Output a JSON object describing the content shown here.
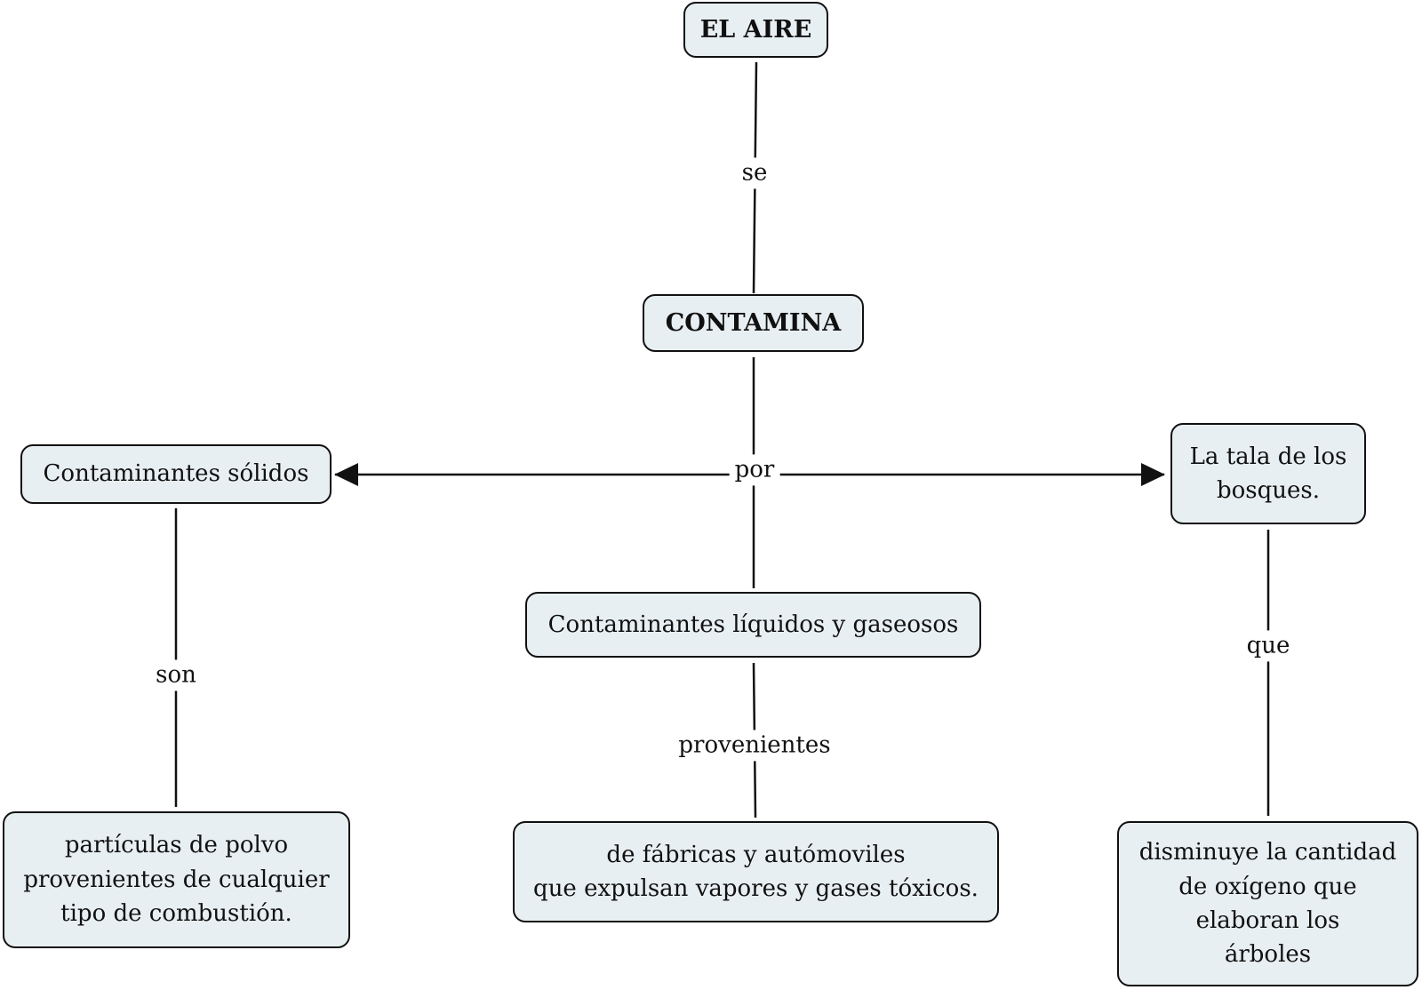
{
  "concepts": {
    "aire": "EL AIRE",
    "contamina": "CONTAMINA",
    "solidos": "Contaminantes sólidos",
    "tala": "La tala de los\nbosques.",
    "liquidos": "Contaminantes líquidos y gaseosos",
    "particulas": "partículas de polvo\nprovenientes de cualquier\ntipo de combustión.",
    "fabricas": "de fábricas y autómoviles\nque expulsan vapores y gases tóxicos.",
    "oxigeno": "disminuye la cantidad\nde oxígeno que\nelaboran los\nárboles"
  },
  "links": {
    "se": "se",
    "por": "por",
    "son": "son",
    "provenientes": "provenientes",
    "que": "que"
  },
  "colors": {
    "node_fill": "#e8eff2",
    "stroke": "#111111"
  }
}
